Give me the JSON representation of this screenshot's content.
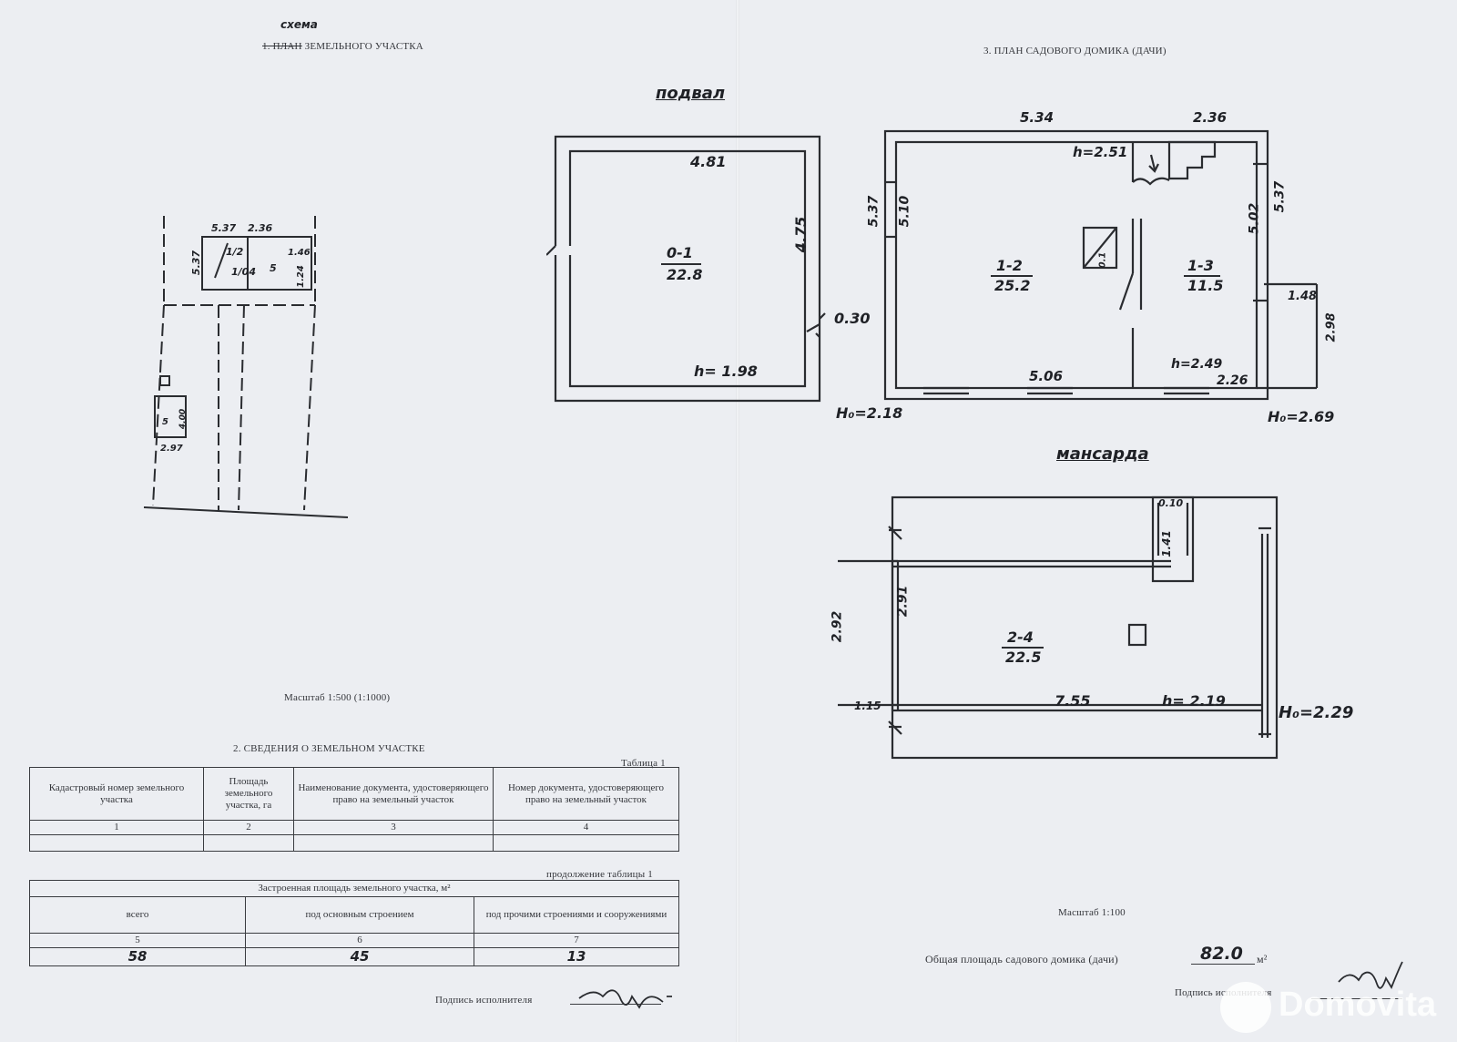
{
  "section1": {
    "title_correction": "схема",
    "title_struck": "1. ПЛАН",
    "title_rest": "ЗЕМЕЛЬНОГО УЧАСТКА",
    "scale": "Масштаб 1:500 (1:1000)"
  },
  "site": {
    "d1": "5.37",
    "d2": "2.36",
    "d3": "5.37",
    "d4": "1.46",
    "d5": "1.24",
    "l1": "1/2",
    "l2": "1/04",
    "l3": "5",
    "small_a": "2.97",
    "small_b": "4.00",
    "small_c": "5"
  },
  "section2": {
    "title": "2. СВЕДЕНИЯ  О ЗЕМЕЛЬНОМ УЧАСТКЕ",
    "table_label": "Таблица 1",
    "continuation": "продолжение таблицы 1"
  },
  "table1": {
    "headers": [
      "Кадастровый номер земельного участка",
      "Площадь земельного участка, га",
      "Наименование документа, удостоверяющего право на земельный участок",
      "Номер документа, удостоверяющего право на земельный участок"
    ],
    "numbers": [
      "1",
      "2",
      "3",
      "4"
    ]
  },
  "table2": {
    "title": "Застроенная площадь земельного участка, м²",
    "headers": [
      "всего",
      "под основным строением",
      "под прочими строениями и сооружениями"
    ],
    "numbers": [
      "5",
      "6",
      "7"
    ],
    "values": [
      "58",
      "45",
      "13"
    ]
  },
  "signature1": {
    "label": "Подпись исполнителя"
  },
  "section3": {
    "title": "3. ПЛАН САДОВОГО ДОМИКА (ДАЧИ)",
    "scale": "Масштаб 1:100",
    "total_label": "Общая площадь садового домика (дачи)",
    "total_value": "82.0",
    "total_unit": "м²"
  },
  "basement": {
    "label": "подвал",
    "width": "4.81",
    "height": "4.75",
    "room_id": "0-1",
    "room_area": "22.8",
    "h": "h= 1.98",
    "wall": "0.30",
    "H0": "Н₀=2.18"
  },
  "ground": {
    "width_top": "5.34",
    "stair_width": "2.36",
    "h1": "h=2.51",
    "left_outer": "5.37",
    "left_inner": "5.10",
    "right_inner": "5.02",
    "right_outer": "5.37",
    "room1_id": "1-2",
    "room1_area": "25.2",
    "room2_id": "1-3",
    "room2_area": "11.5",
    "porch_w": "1.48",
    "porch_h": "2.98",
    "bottom": "5.06",
    "h2": "h=2.49",
    "bottom_right": "2.26",
    "H0": "Н₀=2.69",
    "stove": "0.1"
  },
  "attic": {
    "label": "мансарда",
    "box": "0.10",
    "box_h": "1.41",
    "left_outer": "2.92",
    "left_inner": "2.91",
    "room_id": "2-4",
    "room_area": "22.5",
    "bottom": "7.55",
    "h": "h= 2.19",
    "offset": "1.15",
    "H0": "Н₀=2.29"
  },
  "signature2": {
    "label": "Подпись исполнителя"
  },
  "watermark": "Domovita"
}
